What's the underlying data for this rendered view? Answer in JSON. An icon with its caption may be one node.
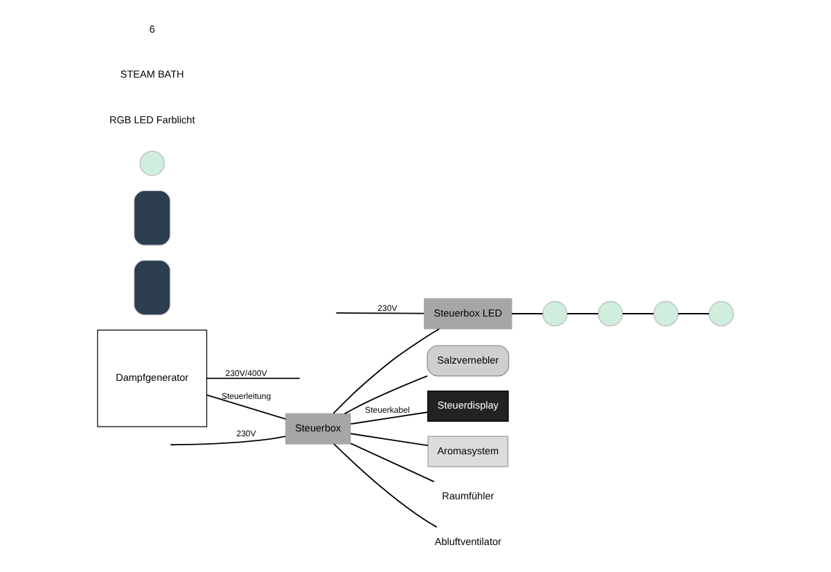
{
  "diagram": {
    "nodes": [
      {
        "text": [
          "Steuerbox"
        ]
      },
      {
        "text": [
          "Dampfgenerator"
        ]
      },
      {
        "text": [
          "Steuerdisplay"
        ]
      },
      {
        "text": [
          "Steuerbox LED"
        ]
      },
      {
        "text": [],
        "shape": "circle"
      },
      {
        "text": [],
        "shape": "circle"
      },
      {
        "text": [],
        "shape": "circle"
      },
      {
        "text": [],
        "shape": "circle"
      },
      {
        "text": [
          "Aromasystem"
        ]
      },
      {
        "text": [
          "Raumfühler"
        ]
      },
      {
        "text": [
          "Abluftventilator"
        ]
      },
      {
        "text": [
          "Salzvernebler"
        ]
      },
      {
        "text": [],
        "shape": "box"
      },
      {
        "text": [],
        "shape": "box"
      },
      {
        "text": [],
        "shape": "circle"
      }
    ],
    "edges": [
      {
        "from": null,
        "to": 0,
        "arrow": "none",
        "label": "230V"
      },
      {
        "from": 1,
        "to": 0,
        "arrow": "none",
        "label": "Steuerleitung"
      },
      {
        "from": 1,
        "to": null,
        "arrow": "none",
        "label": "230V/400V"
      },
      {
        "from": 0,
        "to": 2,
        "arrow": "none",
        "label": "Steuerkabel"
      },
      {
        "from": 0,
        "to": 3,
        "arrow": "none"
      },
      {
        "from": null,
        "to": 3,
        "arrow": "none",
        "label": "230V"
      },
      {
        "from": 3,
        "to": 4,
        "arrow": "none"
      },
      {
        "from": 4,
        "to": 5,
        "arrow": "none"
      },
      {
        "from": 5,
        "to": 6,
        "arrow": "none"
      },
      {
        "from": 6,
        "to": 7,
        "arrow": "none"
      },
      {
        "from": 0,
        "to": 8,
        "arrow": "none"
      },
      {
        "from": 0,
        "to": 9,
        "arrow": "none"
      },
      {
        "from": 0,
        "to": 10,
        "arrow": "none"
      },
      {
        "from": 0,
        "to": 11,
        "arrow": "none"
      }
    ],
    "labels": [
      "RGB LED Farblicht",
      "STEAM BATH",
      "6"
    ]
  }
}
